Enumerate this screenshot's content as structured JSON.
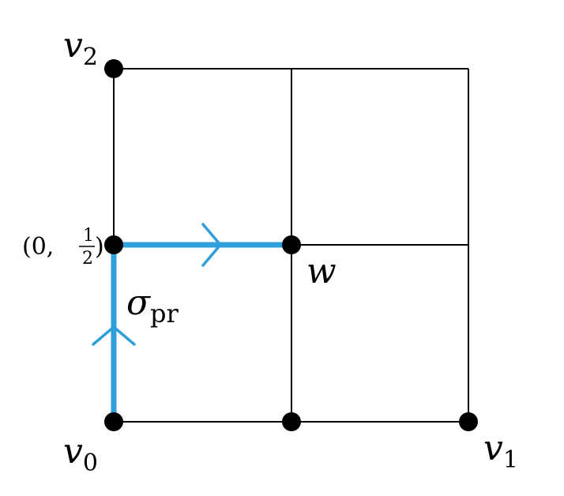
{
  "colors": {
    "path": "#2e9fd8",
    "grid": "#000000",
    "vertex": "#000000"
  },
  "labels": {
    "v2": {
      "main": "v",
      "sub": "2"
    },
    "v0": {
      "main": "v",
      "sub": "0"
    },
    "v1": {
      "main": "v",
      "sub": "1"
    },
    "w": "w",
    "sigma": {
      "main": "σ",
      "sub": "pr"
    },
    "coord": {
      "open": "(0,",
      "num": "1",
      "den": "2",
      "close": ")"
    }
  }
}
